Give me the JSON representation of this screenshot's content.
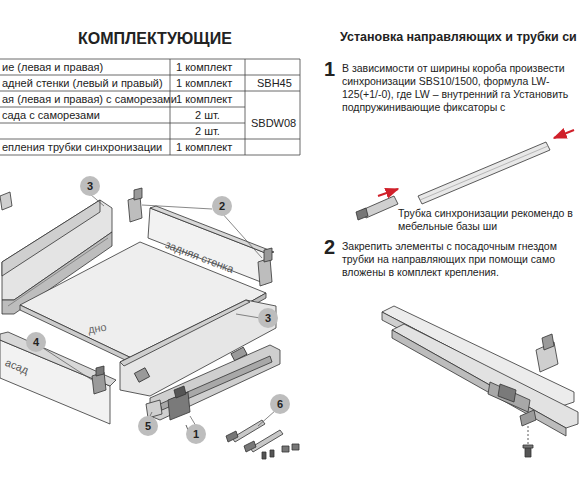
{
  "diagram": {
    "title": "КОМПЛЕКТУЮЩИЕ",
    "nodes": [
      {
        "text": [
          "3"
        ]
      },
      {
        "text": [
          "2"
        ]
      },
      {
        "text": [
          "3"
        ]
      },
      {
        "text": [
          "4"
        ]
      },
      {
        "text": [
          "5"
        ]
      },
      {
        "text": [
          "1"
        ]
      },
      {
        "text": [
          "6"
        ]
      }
    ],
    "labels": [
      "Установка направляющих и трубки си",
      "ие (левая и правая)",
      "1 комплект",
      "адней стенки (левый и правый)",
      "1 комплект",
      "SBH45",
      "ая (левая и правая) с саморезами",
      "1 комплект",
      "сада с саморезами",
      "2 шт.",
      "SBDW08",
      "2 шт.",
      "епления трубки синхронизации",
      "1 комплект",
      "задняя стенка",
      "дно",
      "асад",
      "1",
      "В зависимости от ширины короба произвести синхронизации SBS10/1500, формула LW-125(+1/-0), где LW – внутренний га Установить подпружинивающие фиксаторы с",
      "Трубка синхронизации рекомендо в мебельные базы ши",
      "2",
      "Закрепить элементы с посадочным гнездом трубки на направляющих при помощи само вложены в комплект крепления."
    ]
  }
}
